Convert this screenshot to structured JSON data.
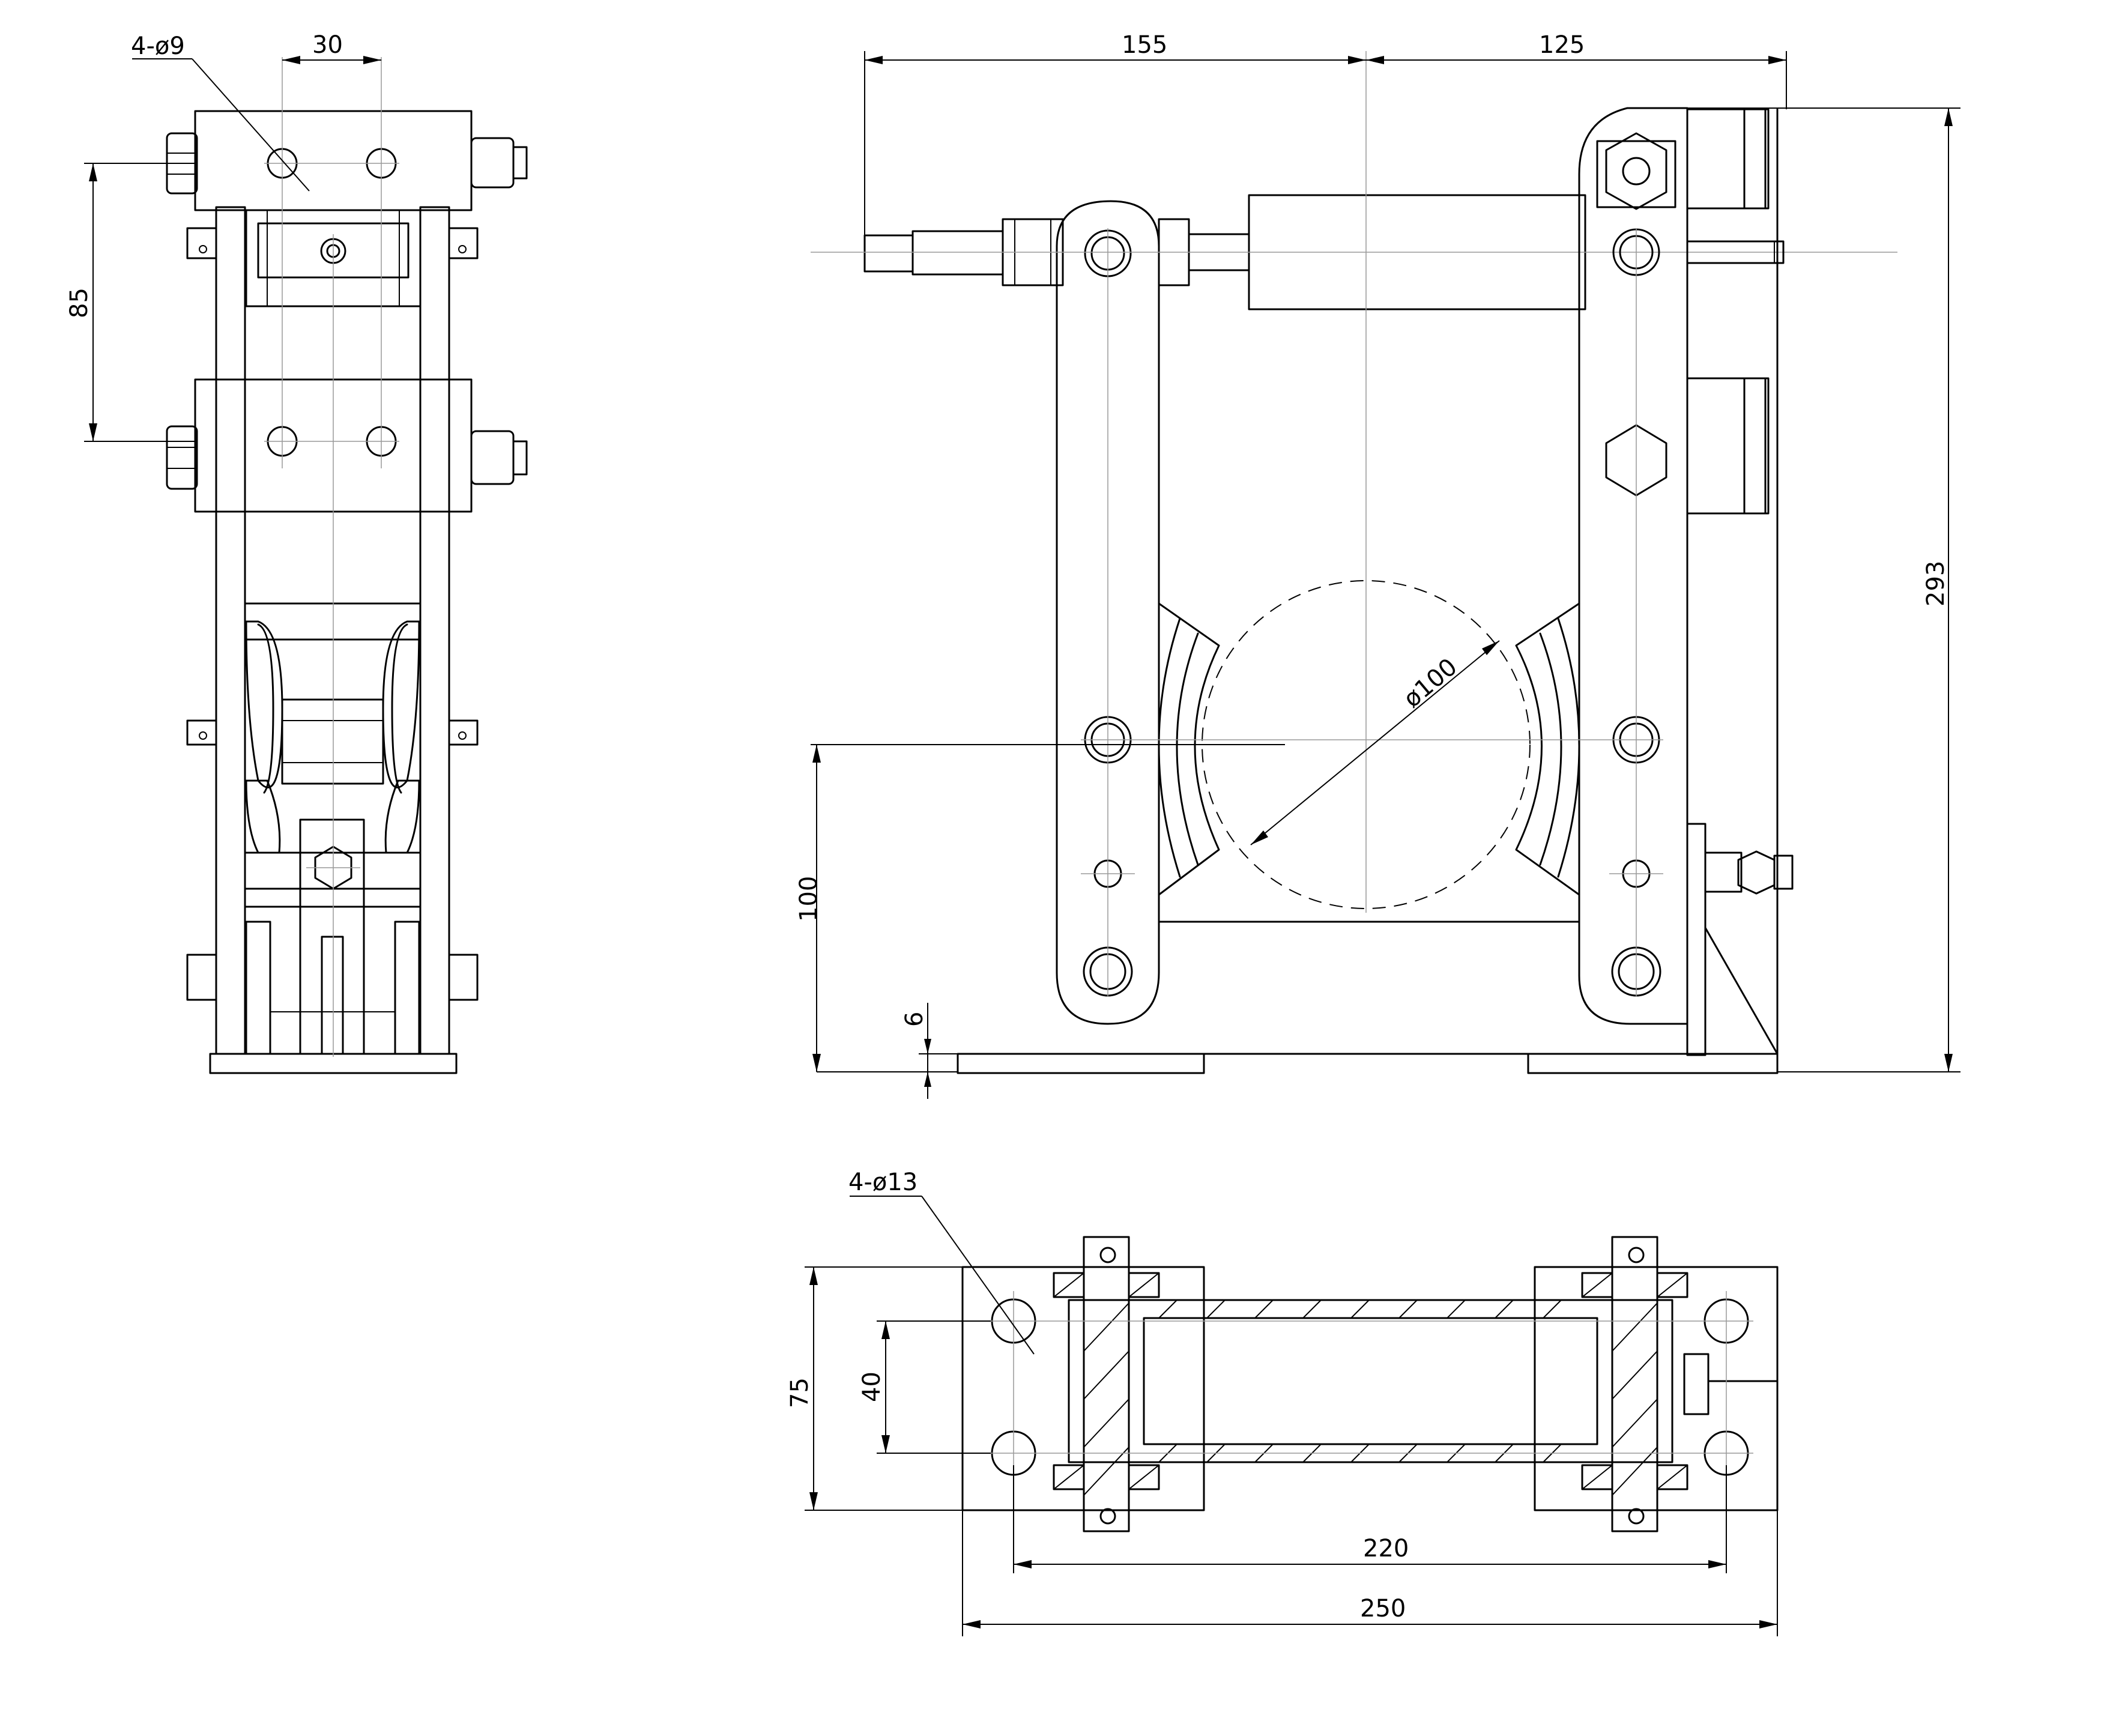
{
  "side_view": {
    "hole_callout": "4-ø9",
    "dim_hole_spacing": "30",
    "dim_vertical_spacing": "85"
  },
  "front_view": {
    "dim_left_width": "155",
    "dim_right_width": "125",
    "dim_total_height": "293",
    "dim_wheel_diameter": "ø100",
    "dim_center_height": "100",
    "dim_base_thickness": "6"
  },
  "plan_view": {
    "hole_callout": "4-ø13",
    "dim_base_depth": "75",
    "dim_inner_depth": "40",
    "dim_hole_spacing": "220",
    "dim_base_length": "250"
  }
}
